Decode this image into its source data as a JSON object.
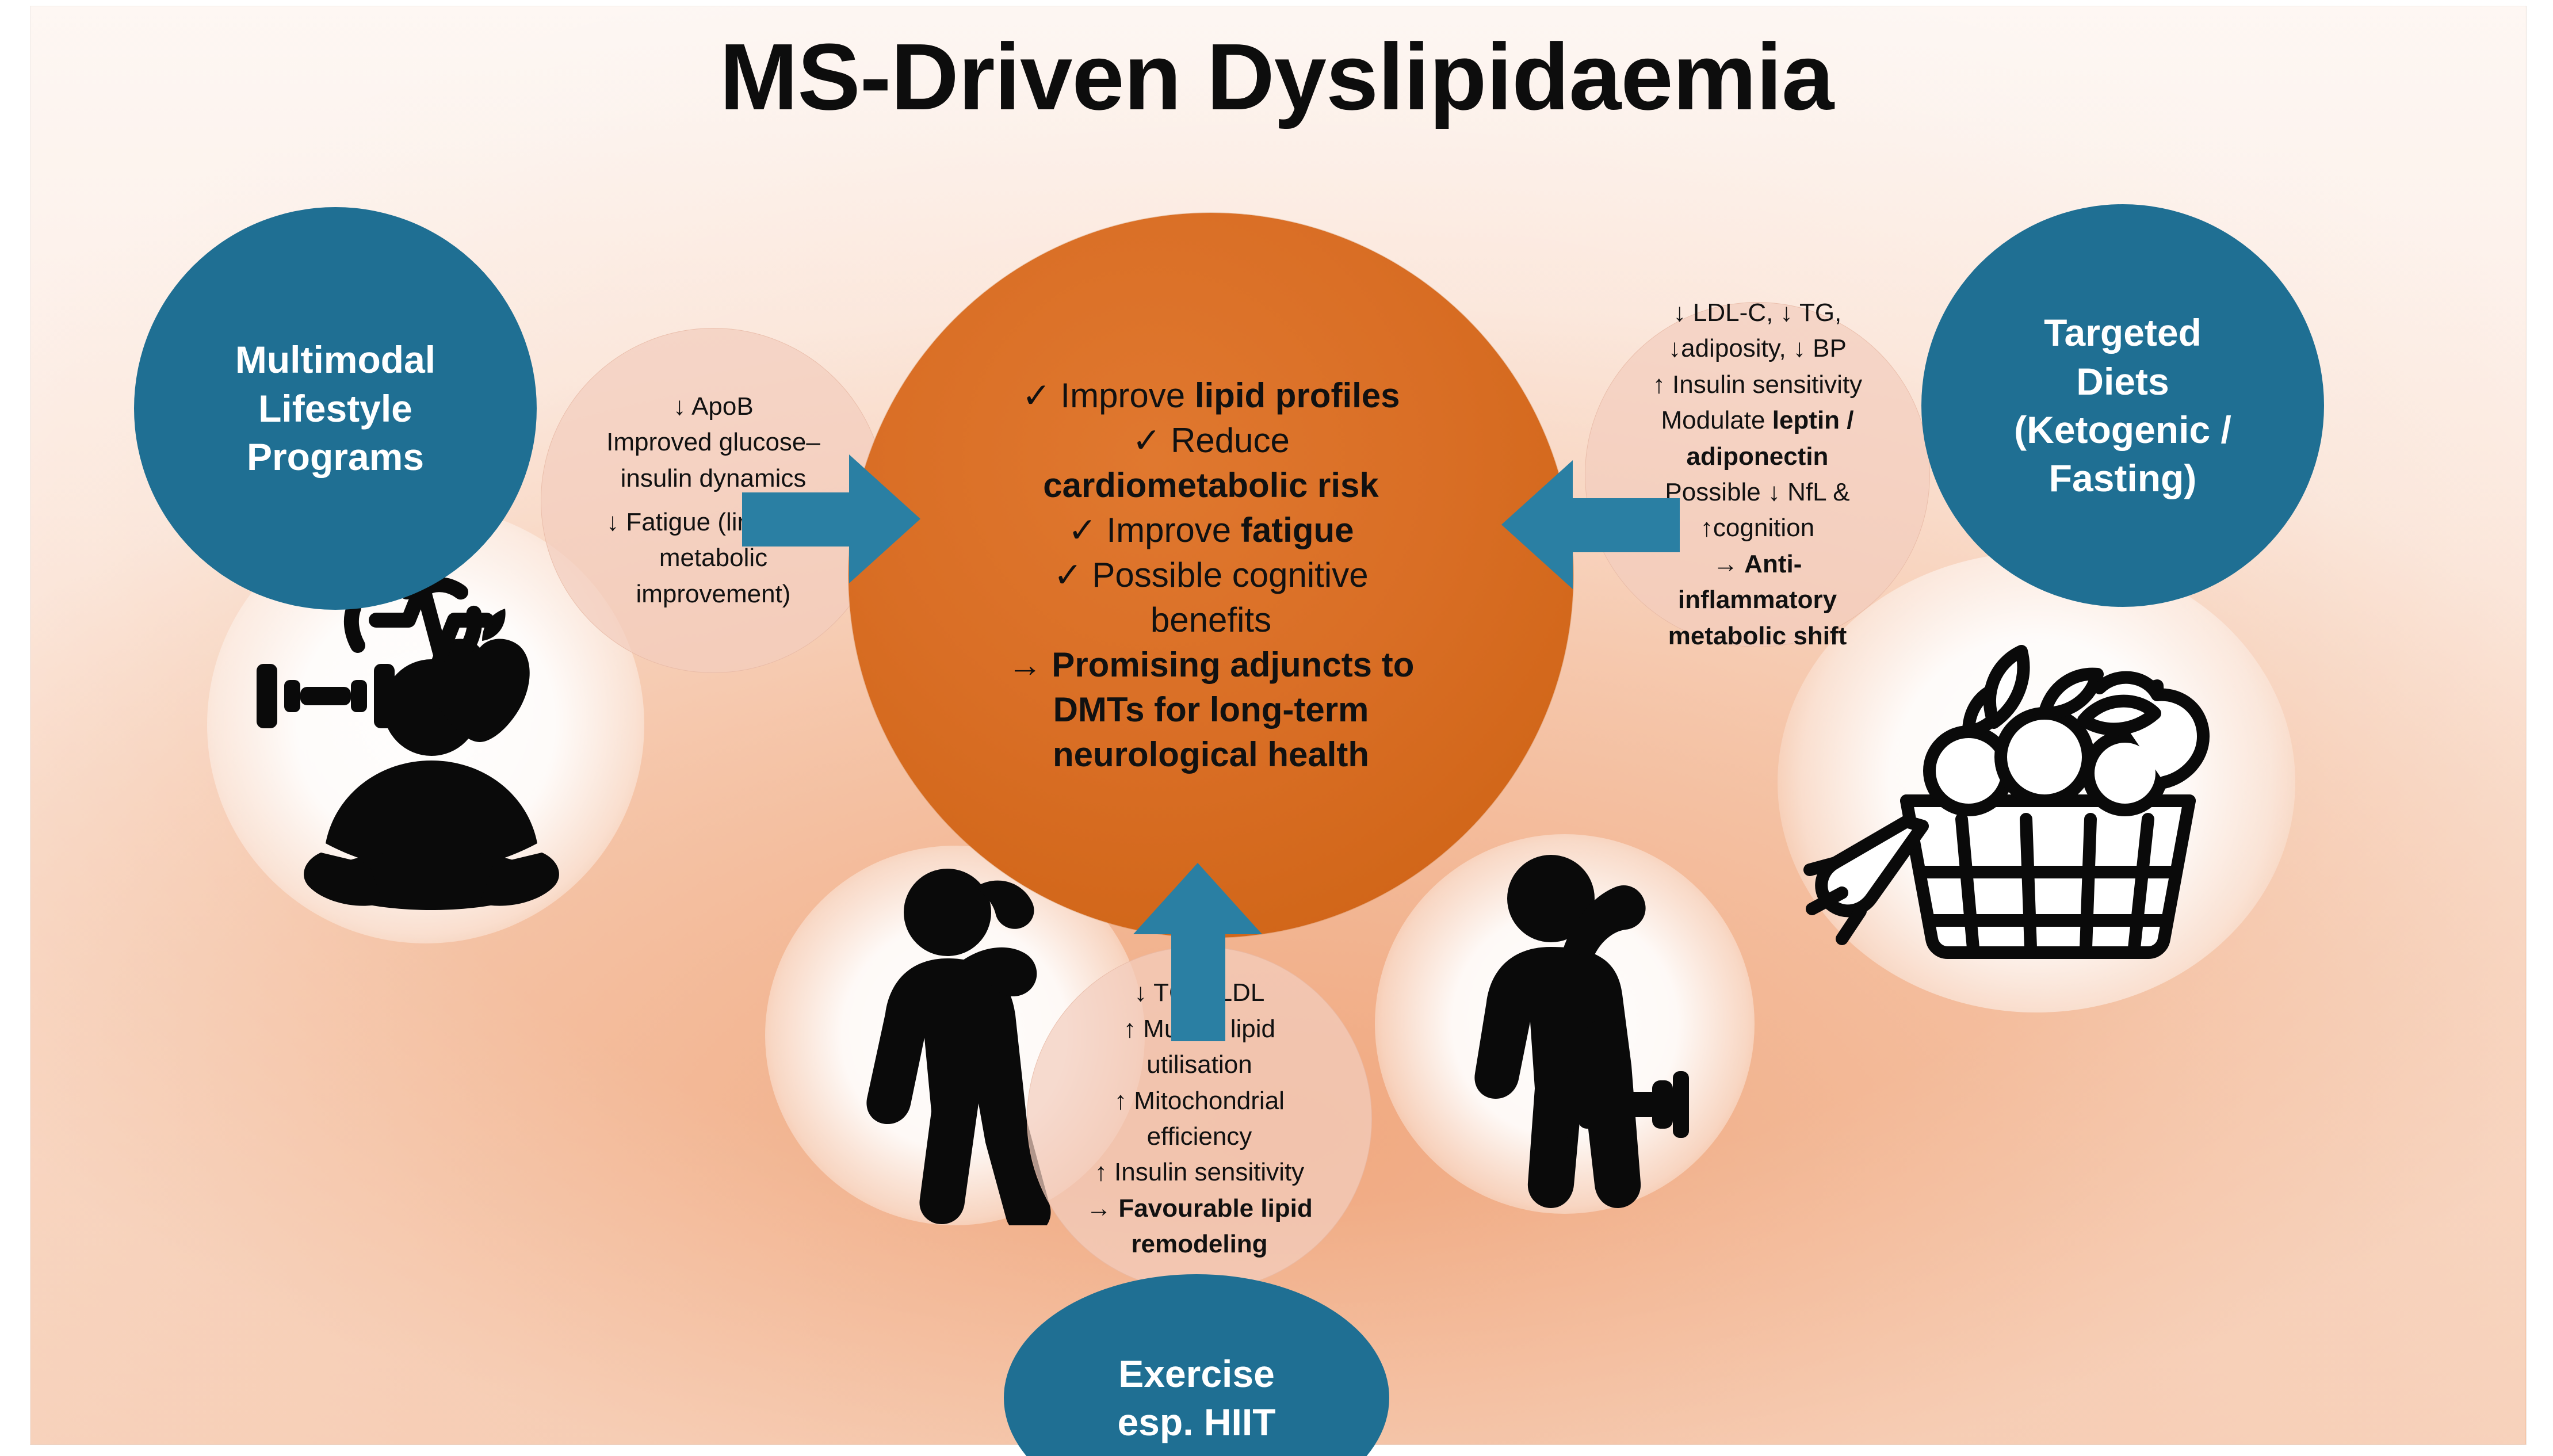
{
  "title": "MS-Driven Dyslipidaemia",
  "core": {
    "name": "outcomes-core",
    "lines": [
      {
        "text": "✓ Improve ",
        "bold_tail": "lipid profiles"
      },
      {
        "text": "✓ Reduce"
      },
      {
        "text": "cardiometabolic risk",
        "bold": true
      },
      {
        "text": "✓ Improve ",
        "bold_tail": "fatigue"
      },
      {
        "text": "✓ Possible cognitive"
      },
      {
        "text": "benefits"
      },
      {
        "text": "→ Promising adjuncts to",
        "bold": true
      },
      {
        "text": "DMTs for long-term",
        "bold": true
      },
      {
        "text": "neurological health",
        "bold": true
      }
    ],
    "plain": [
      "✓ Improve lipid profiles",
      "✓ Reduce cardiometabolic risk",
      "✓ Improve fatigue",
      "✓ Possible cognitive benefits",
      "→ Promising adjuncts to DMTs for long-term neurological health"
    ]
  },
  "drivers": [
    {
      "id": "lifestyle",
      "label": "Multimodal Lifestyle Programs",
      "lines": [
        "Multimodal",
        "Lifestyle",
        "Programs"
      ],
      "color": "#1f6f93",
      "position": "left"
    },
    {
      "id": "diets",
      "label": "Targeted Diets (Ketogenic / Fasting)",
      "lines": [
        "Targeted",
        "Diets",
        "(Ketogenic /",
        "Fasting)"
      ],
      "color": "#1f6f93",
      "position": "right"
    },
    {
      "id": "exercise",
      "label": "Exercise esp. HIIT",
      "lines": [
        "Exercise",
        "esp. HIIT"
      ],
      "color": "#1f6f93",
      "position": "bottom"
    }
  ],
  "evidence": [
    {
      "id": "lifestyle",
      "for": "Multimodal Lifestyle Programs",
      "lines": [
        {
          "text": "↓ ApoB"
        },
        {
          "text": "Improved glucose–"
        },
        {
          "text": "insulin dynamics"
        },
        {
          "text": "↓ Fatigue (linked to"
        },
        {
          "text": "metabolic"
        },
        {
          "text": "improvement)"
        }
      ]
    },
    {
      "id": "diets",
      "for": "Targeted Diets (Ketogenic / Fasting)",
      "lines": [
        {
          "text": "↓ LDL-C, ↓ TG,"
        },
        {
          "text": "↓adiposity, ↓ BP"
        },
        {
          "text": "↑ Insulin sensitivity"
        },
        {
          "text": "Modulate ",
          "bold_tail": "leptin /"
        },
        {
          "text": "adiponectin",
          "bold": true
        },
        {
          "text": "Possible ↓ NfL &"
        },
        {
          "text": "↑cognition"
        },
        {
          "text": "→ Anti-",
          "bold": true
        },
        {
          "text": "inflammatory",
          "bold": true
        },
        {
          "text": "metabolic shift",
          "bold": true
        }
      ]
    },
    {
      "id": "exercise",
      "for": "Exercise esp. HIIT",
      "lines": [
        {
          "text": "↓ TC & LDL"
        },
        {
          "text": "↑ Muscle lipid"
        },
        {
          "text": "utilisation"
        },
        {
          "text": "↑ Mitochondrial"
        },
        {
          "text": "efficiency"
        },
        {
          "text": "↑ Insulin sensitivity"
        },
        {
          "text": "→ Favourable lipid",
          "bold": true
        },
        {
          "text": "remodeling",
          "bold": true
        }
      ]
    }
  ],
  "arrows": [
    {
      "id": "arrow-lifestyle-to-core",
      "direction": "right",
      "color": "#2a7fa3"
    },
    {
      "id": "arrow-diets-to-core",
      "direction": "left",
      "color": "#2a7fa3"
    },
    {
      "id": "arrow-exercise-to-core",
      "direction": "up",
      "color": "#2a7fa3"
    }
  ],
  "pictograms": [
    {
      "id": "meditation-wellness-icon",
      "description": "person meditating with dumbbell, heart-rate and apple icons"
    },
    {
      "id": "stretching-person-icon",
      "description": "silhouette of person stretching"
    },
    {
      "id": "dumbbell-person-icon",
      "description": "silhouette of person raising arm holding dumbbell"
    },
    {
      "id": "vegetable-basket-icon",
      "description": "basket of fresh vegetables outline"
    }
  ],
  "colors": {
    "driver_blue": "#1f6f93",
    "core_orange": "#d96e25",
    "arrow_blue": "#2a7fa3",
    "evidence_pink": "#f3cdbe",
    "title_text": "#0d0d0d"
  }
}
